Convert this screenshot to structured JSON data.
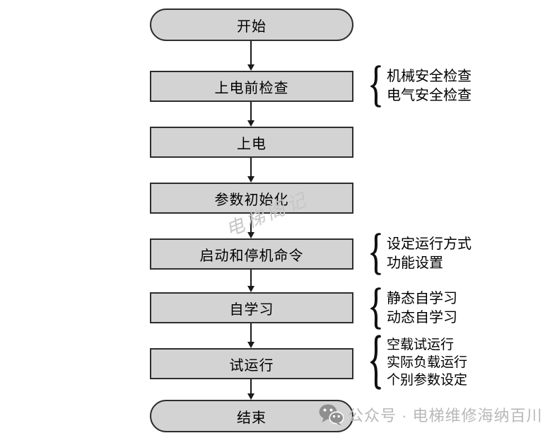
{
  "diagram": {
    "title_implicit": "",
    "nodes": [
      {
        "id": "start",
        "type": "stadium",
        "label": "开始"
      },
      {
        "id": "pre-power-check",
        "type": "rect",
        "label": "上电前检查"
      },
      {
        "id": "power-on",
        "type": "rect",
        "label": "上电"
      },
      {
        "id": "param-init",
        "type": "rect",
        "label": "参数初始化"
      },
      {
        "id": "start-stop-cmd",
        "type": "rect",
        "label": "启动和停机命令"
      },
      {
        "id": "self-learning",
        "type": "rect",
        "label": "自学习"
      },
      {
        "id": "trial-run",
        "type": "rect",
        "label": "试运行"
      },
      {
        "id": "end",
        "type": "stadium",
        "label": "结束"
      }
    ],
    "edges": [
      {
        "from": "start",
        "to": "pre-power-check"
      },
      {
        "from": "pre-power-check",
        "to": "power-on"
      },
      {
        "from": "power-on",
        "to": "param-init"
      },
      {
        "from": "param-init",
        "to": "start-stop-cmd"
      },
      {
        "from": "start-stop-cmd",
        "to": "self-learning"
      },
      {
        "from": "self-learning",
        "to": "trial-run"
      },
      {
        "from": "trial-run",
        "to": "end"
      }
    ],
    "annotations": [
      {
        "for": "pre-power-check",
        "lines": [
          "机械安全检查",
          "电气安全检查"
        ]
      },
      {
        "for": "start-stop-cmd",
        "lines": [
          "设定运行方式",
          "功能设置"
        ]
      },
      {
        "for": "self-learning",
        "lines": [
          "静态自学习",
          "动态自学习"
        ]
      },
      {
        "for": "trial-run",
        "lines": [
          "空载试运行",
          "实际负载运行",
          "个别参数设定"
        ]
      }
    ],
    "colors": {
      "node_fill": "#d3d3d3",
      "node_border": "#2e2e2e",
      "text": "#000000",
      "arrow": "#1a1a1a",
      "watermark_diagonal": "#c6c6c6",
      "watermark_footer_text": "#b8b8b8",
      "watermark_footer_icon": "#8f8f8f"
    }
  },
  "watermarks": {
    "diagonal_text": "电梯阁记",
    "footer_icon": "wechat-icon",
    "footer_text": "公众号 · 电梯维修海纳百川"
  }
}
